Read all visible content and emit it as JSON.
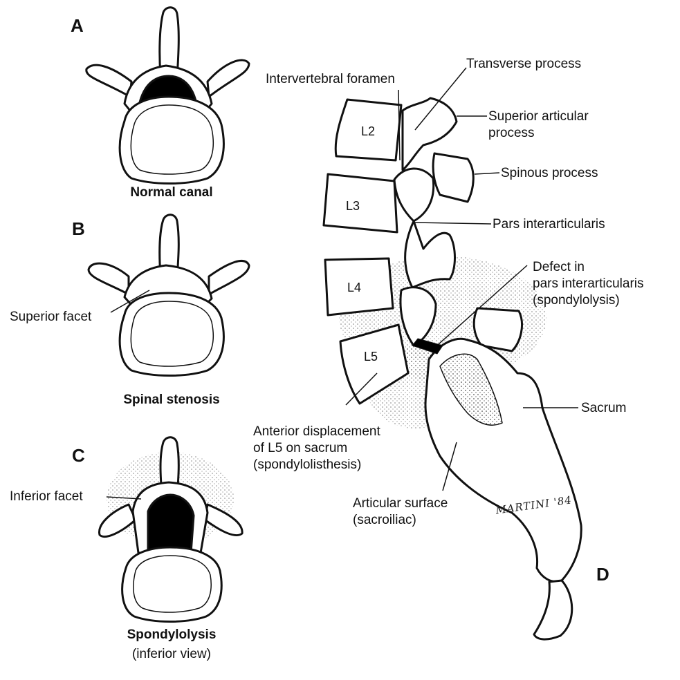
{
  "panels": {
    "a": {
      "letter": "A",
      "caption": "Normal canal"
    },
    "b": {
      "letter": "B",
      "caption": "Spinal stenosis",
      "label_superior_facet": "Superior facet"
    },
    "c": {
      "letter": "C",
      "caption": "Spondylolysis",
      "subcaption": "(inferior view)",
      "label_inferior_facet": "Inferior facet"
    },
    "d": {
      "letter": "D",
      "vertebrae": [
        "L2",
        "L3",
        "L4",
        "L5"
      ],
      "labels": {
        "intervertebral_foramen": "Intervertebral foramen",
        "transverse_process": "Transverse process",
        "superior_articular_1": "Superior  articular",
        "superior_articular_2": "process",
        "spinous_process": "Spinous process",
        "pars": "Pars interarticularis",
        "defect_1": "Defect in",
        "defect_2": "pars interarticularis",
        "defect_3": "(spondylolysis)",
        "sacrum": "Sacrum",
        "anterior_1": "Anterior displacement",
        "anterior_2": "of L5 on sacrum",
        "anterior_3": "(spondylolisthesis)",
        "articular_1": "Articular surface",
        "articular_2": "(sacroiliac)"
      },
      "signature": "MARTINI '84"
    }
  }
}
